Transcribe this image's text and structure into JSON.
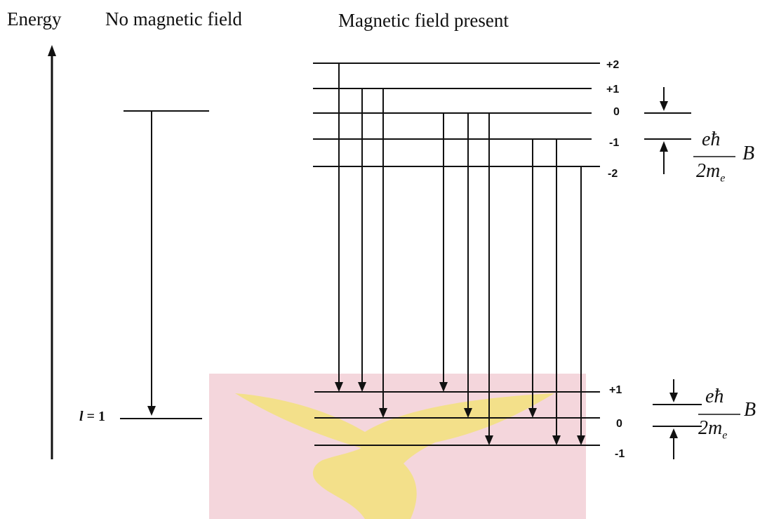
{
  "headers": {
    "energy": "Energy",
    "no_field": "No magnetic field",
    "field_present": "Magnetic field present"
  },
  "upper_levels": [
    "+2",
    "+1",
    "0",
    "-1",
    "-2"
  ],
  "lower_levels": [
    "+1",
    "0",
    "-1"
  ],
  "l_label": {
    "symbol": "l",
    "rest": " = 1"
  },
  "spacing_label": {
    "numerator": "eħ",
    "denominator_main": "2m",
    "denominator_sub": "e",
    "field": "B"
  },
  "transitions": [
    {
      "from": "+2",
      "to": "+1"
    },
    {
      "from": "+1",
      "to": "+1"
    },
    {
      "from": "+1",
      "to": "0"
    },
    {
      "from": "0",
      "to": "+1"
    },
    {
      "from": "0",
      "to": "0"
    },
    {
      "from": "0",
      "to": "-1"
    },
    {
      "from": "-1",
      "to": "0"
    },
    {
      "from": "-1",
      "to": "-1"
    },
    {
      "from": "-2",
      "to": "-1"
    }
  ],
  "colors": {
    "line": "#111111",
    "watermark_box": "#f4d6dc",
    "watermark_bird": "#f3e08a"
  }
}
